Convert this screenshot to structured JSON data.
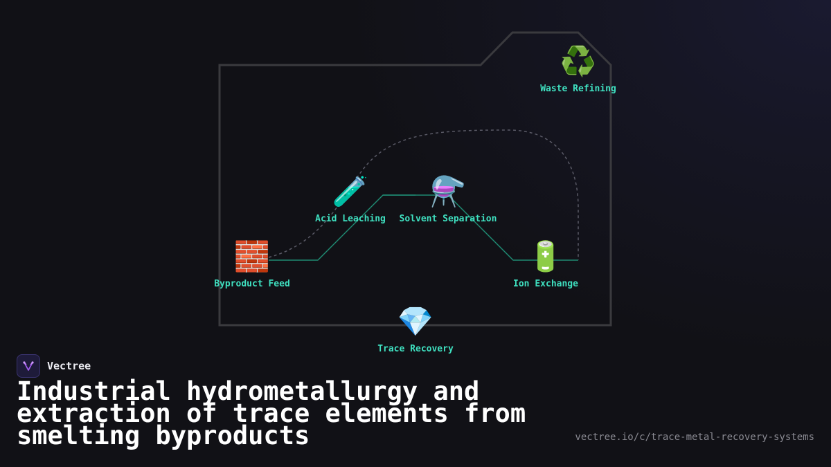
{
  "diagram": {
    "nodes": [
      {
        "id": "byproduct-feed",
        "label": "Byproduct Feed",
        "icon": "brick-icon",
        "glyph": "🧱"
      },
      {
        "id": "acid-leaching",
        "label": "Acid Leaching",
        "icon": "test-tube-icon",
        "glyph": "🧪"
      },
      {
        "id": "solvent-separation",
        "label": "Solvent Separation",
        "icon": "alembic-flask-icon",
        "glyph": "⚗️"
      },
      {
        "id": "ion-exchange",
        "label": "Ion Exchange",
        "icon": "battery-icon",
        "glyph": "🔋"
      },
      {
        "id": "trace-recovery",
        "label": "Trace Recovery",
        "icon": "gem-icon",
        "glyph": "💎"
      },
      {
        "id": "waste-refining",
        "label": "Waste Refining",
        "icon": "recycle-icon",
        "glyph": "♻️"
      }
    ],
    "edges": [
      {
        "from": "byproduct-feed",
        "to": "acid-leaching",
        "style": "solid"
      },
      {
        "from": "acid-leaching",
        "to": "solvent-separation",
        "style": "solid"
      },
      {
        "from": "solvent-separation",
        "to": "ion-exchange",
        "style": "solid"
      },
      {
        "from": "byproduct-feed",
        "to": "ion-exchange",
        "style": "dashed"
      }
    ],
    "colors": {
      "label": "#3fe0c0",
      "edge": "#1f8a72",
      "dashed_edge": "#5a5a66",
      "frame": "#3a3a3e"
    }
  },
  "brand": {
    "name": "Vectree",
    "logo_icon": "vectree-logo-icon"
  },
  "title": "Industrial hydrometallurgy and extraction of trace elements from smelting byproducts",
  "url": "vectree.io/c/trace-metal-recovery-systems"
}
